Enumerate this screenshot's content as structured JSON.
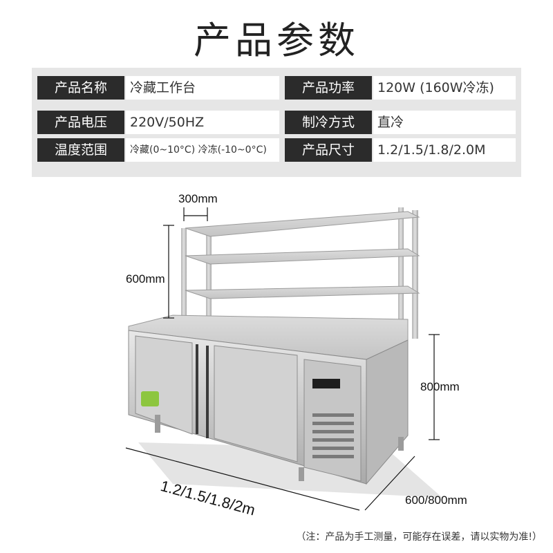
{
  "title": "产品参数",
  "specs": [
    {
      "label": "产品名称",
      "value": "冷藏工作台"
    },
    {
      "label": "产品功率",
      "value": "120W (160W冷冻)"
    },
    {
      "label": "产品电压",
      "value": "220V/50HZ"
    },
    {
      "label": "制冷方式",
      "value": "直冷"
    },
    {
      "label": "温度范围",
      "value": "冷藏(0~10°C)  冷冻(-10~0°C)"
    },
    {
      "label": "产品尺寸",
      "value": "1.2/1.5/1.8/2.0M"
    }
  ],
  "dimensions": {
    "shelf_spacing": "300mm",
    "shelf_height": "600mm",
    "cabinet_height": "800mm",
    "length": "1.2/1.5/1.8/2m",
    "depth": "600/800mm"
  },
  "footnote": "（注：产品为手工测量，可能存在误差，请以实物为准!）",
  "colors": {
    "label_bg": "#2b2b2b",
    "panel_bg": "#e6e6e6",
    "steel": "#c9c9c9"
  }
}
